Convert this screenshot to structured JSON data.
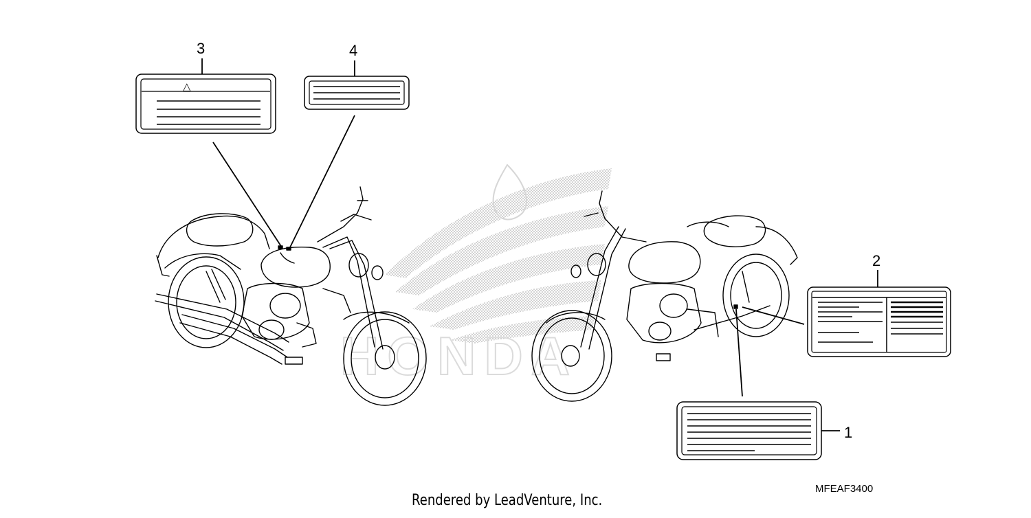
{
  "callouts": {
    "c1": "1",
    "c2": "2",
    "c3": "3",
    "c4": "4"
  },
  "warning_symbol": "△",
  "diagram_code": "MFEAF3400",
  "render_credit": "Rendered by LeadVenture, Inc.",
  "colors": {
    "line": "#000000",
    "watermark": "#b8b8b8",
    "background": "#ffffff"
  },
  "icons": {
    "watermark": "honda-wing-watermark-icon",
    "left_bike": "motorcycle-left-view-icon",
    "right_bike": "motorcycle-right-view-icon"
  }
}
